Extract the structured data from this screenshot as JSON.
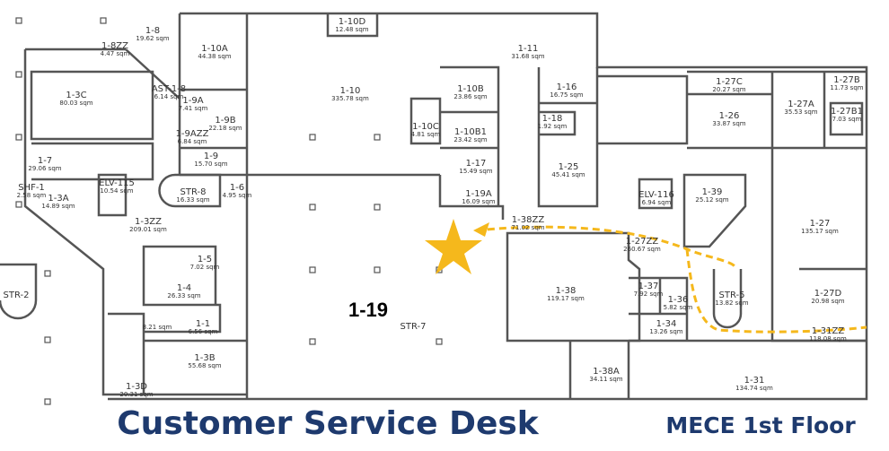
{
  "map": {
    "highlight_room": "1-19",
    "title": "Customer Service Desk",
    "floor_label": "MECE 1st Floor",
    "colors": {
      "title": "#1e3a6e",
      "marker": "#f5b81c",
      "route": "#f5b81c",
      "walls": "#555555"
    },
    "marker_icon": "star-icon",
    "rooms": [
      {
        "name": "1-8",
        "area": "19.62 sqm"
      },
      {
        "name": "1-8ZZ",
        "area": "4.47 sqm"
      },
      {
        "name": "1-10A",
        "area": "44.38 sqm"
      },
      {
        "name": "1-10D",
        "area": "12.48 sqm"
      },
      {
        "name": "1-10",
        "area": "335.78 sqm"
      },
      {
        "name": "1-11",
        "area": "31.68 sqm"
      },
      {
        "name": "1-3C",
        "area": "80.03 sqm"
      },
      {
        "name": "AST-1-8",
        "area": "6.14 sqm"
      },
      {
        "name": "1-9A",
        "area": "7.41 sqm"
      },
      {
        "name": "1-9B",
        "area": "22.18 sqm"
      },
      {
        "name": "1-9AZZ",
        "area": "6.84 sqm"
      },
      {
        "name": "1-9",
        "area": "15.70 sqm"
      },
      {
        "name": "1-7",
        "area": "29.06 sqm"
      },
      {
        "name": "ELV-115",
        "area": "10.54 sqm"
      },
      {
        "name": "SHF-1",
        "area": "2.58 sqm"
      },
      {
        "name": "1-3A",
        "area": "14.89 sqm"
      },
      {
        "name": "STR-8",
        "area": "16.33 sqm"
      },
      {
        "name": "1-6",
        "area": "4.95 sqm"
      },
      {
        "name": "1-3ZZ",
        "area": "209.01 sqm"
      },
      {
        "name": "1-10B",
        "area": "23.86 sqm"
      },
      {
        "name": "1-10B1",
        "area": "23.42 sqm"
      },
      {
        "name": "1-10C",
        "area": "4.81 sqm"
      },
      {
        "name": "1-17",
        "area": "15.49 sqm"
      },
      {
        "name": "1-19A",
        "area": "16.09 sqm"
      },
      {
        "name": "1-38ZZ",
        "area": "71.02 sqm"
      },
      {
        "name": "1-16",
        "area": "16.75 sqm"
      },
      {
        "name": "1-18",
        "area": "1.92 sqm"
      },
      {
        "name": "1-25",
        "area": "45.41 sqm"
      },
      {
        "name": "1-27C",
        "area": "20.27 sqm"
      },
      {
        "name": "1-26",
        "area": "33.87 sqm"
      },
      {
        "name": "1-27A",
        "area": "35.53 sqm"
      },
      {
        "name": "1-27B",
        "area": "11.73 sqm"
      },
      {
        "name": "1-27B1",
        "area": "7.03 sqm"
      },
      {
        "name": "ELV-116",
        "area": "6.94 sqm"
      },
      {
        "name": "1-39",
        "area": "25.12 sqm"
      },
      {
        "name": "1-27",
        "area": "135.17 sqm"
      },
      {
        "name": "1-27ZZ",
        "area": "260.67 sqm"
      },
      {
        "name": "1-38",
        "area": "119.17 sqm"
      },
      {
        "name": "1-37",
        "area": "7.92 sqm"
      },
      {
        "name": "1-36",
        "area": "5.82 sqm"
      },
      {
        "name": "STR-5",
        "area": "13.82 sqm"
      },
      {
        "name": "1-27D",
        "area": "20.98 sqm"
      },
      {
        "name": "1-34",
        "area": "13.26 sqm"
      },
      {
        "name": "1-31ZZ",
        "area": "118.08 sqm"
      },
      {
        "name": "1-5",
        "area": "7.02 sqm"
      },
      {
        "name": "1-4",
        "area": "26.33 sqm"
      },
      {
        "name": "1-1",
        "area": "6.56 sqm"
      },
      {
        "name": "",
        "area": "8.21 sqm"
      },
      {
        "name": "1-3B",
        "area": "55.68 sqm"
      },
      {
        "name": "1-3D",
        "area": "20.31 sqm"
      },
      {
        "name": "1-38A",
        "area": "34.11 sqm"
      },
      {
        "name": "1-31",
        "area": "134.74 sqm"
      },
      {
        "name": "STR-2",
        "area": ""
      },
      {
        "name": "STR-7",
        "area": ""
      }
    ]
  }
}
